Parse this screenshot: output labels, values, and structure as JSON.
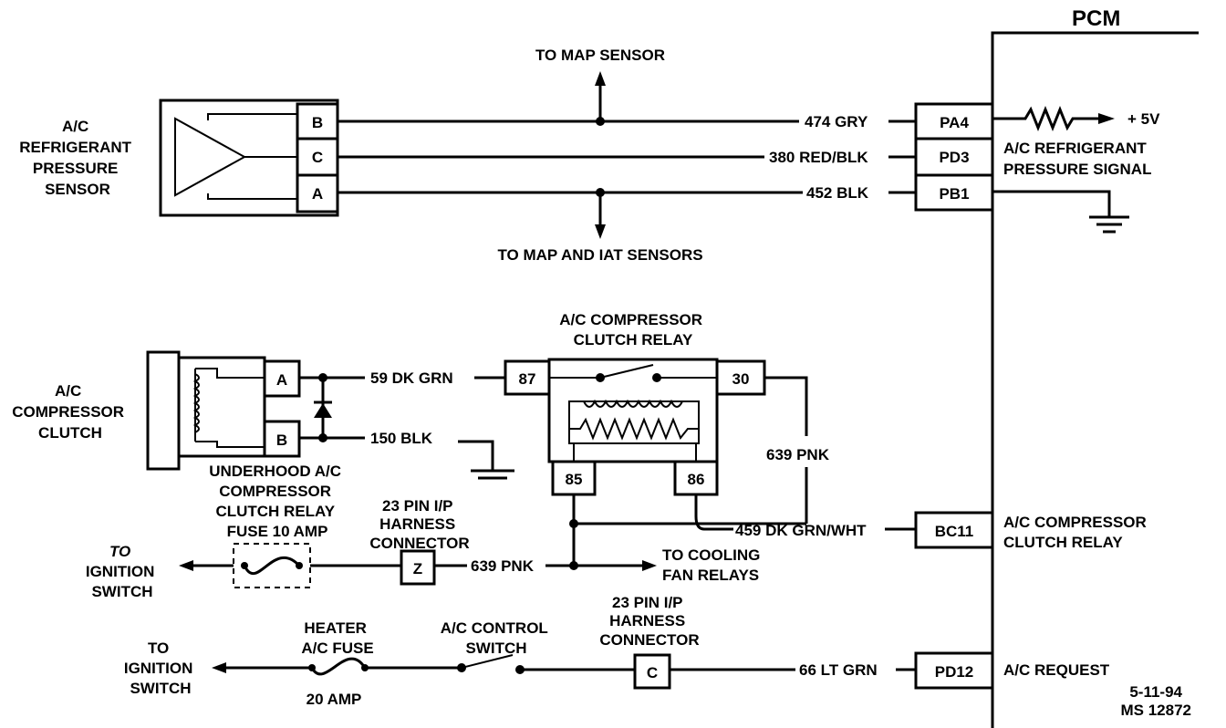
{
  "pcm": {
    "title": "PCM"
  },
  "top": {
    "to_map_sensor": "TO MAP SENSOR",
    "to_map_iat": "TO MAP AND IAT SENSORS",
    "sensor_label": [
      "A/C",
      "REFRIGERANT",
      "PRESSURE",
      "SENSOR"
    ],
    "pins": {
      "b": "B",
      "c": "C",
      "a": "A"
    },
    "wire_474": "474 GRY",
    "wire_380": "380 RED/BLK",
    "wire_452": "452 BLK",
    "pcm_pa4": "PA4",
    "pcm_pd3": "PD3",
    "pcm_pb1": "PB1",
    "plus5v": "+ 5V",
    "signal_label": [
      "A/C REFRIGERANT",
      "PRESSURE SIGNAL"
    ]
  },
  "relay": {
    "title": [
      "A/C COMPRESSOR",
      "CLUTCH RELAY"
    ],
    "pin87": "87",
    "pin30": "30",
    "pin85": "85",
    "pin86": "86"
  },
  "clutch": {
    "label": [
      "A/C",
      "COMPRESSOR",
      "CLUTCH"
    ],
    "pin_a": "A",
    "pin_b": "B",
    "wire_59": "59 DK GRN",
    "wire_150": "150 BLK"
  },
  "mid": {
    "wire_639_right": "639 PNK",
    "fuse_label": [
      "UNDERHOOD A/C",
      "COMPRESSOR",
      "CLUTCH RELAY",
      "FUSE 10 AMP"
    ],
    "harness1": [
      "23 PIN I/P",
      "HARNESS",
      "CONNECTOR"
    ],
    "to_ignition1": [
      "TO",
      "IGNITION",
      "SWITCH"
    ],
    "pin_z": "Z",
    "wire_639_mid": "639 PNK",
    "to_cooling": [
      "TO COOLING",
      "FAN RELAYS"
    ],
    "wire_459": "459 DK GRN/WHT",
    "pcm_bc11": "BC11",
    "relay_label": [
      "A/C COMPRESSOR",
      "CLUTCH RELAY"
    ]
  },
  "bottom": {
    "to_ignition2": [
      "TO",
      "IGNITION",
      "SWITCH"
    ],
    "heater_fuse": [
      "HEATER",
      "A/C FUSE"
    ],
    "amp20": "20 AMP",
    "control_switch": [
      "A/C CONTROL",
      "SWITCH"
    ],
    "harness2": [
      "23 PIN I/P",
      "HARNESS",
      "CONNECTOR"
    ],
    "pin_c": "C",
    "wire_66": "66 LT GRN",
    "pcm_pd12": "PD12",
    "ac_request": "A/C REQUEST"
  },
  "footer": {
    "date": "5-11-94",
    "ms": "MS 12872"
  }
}
